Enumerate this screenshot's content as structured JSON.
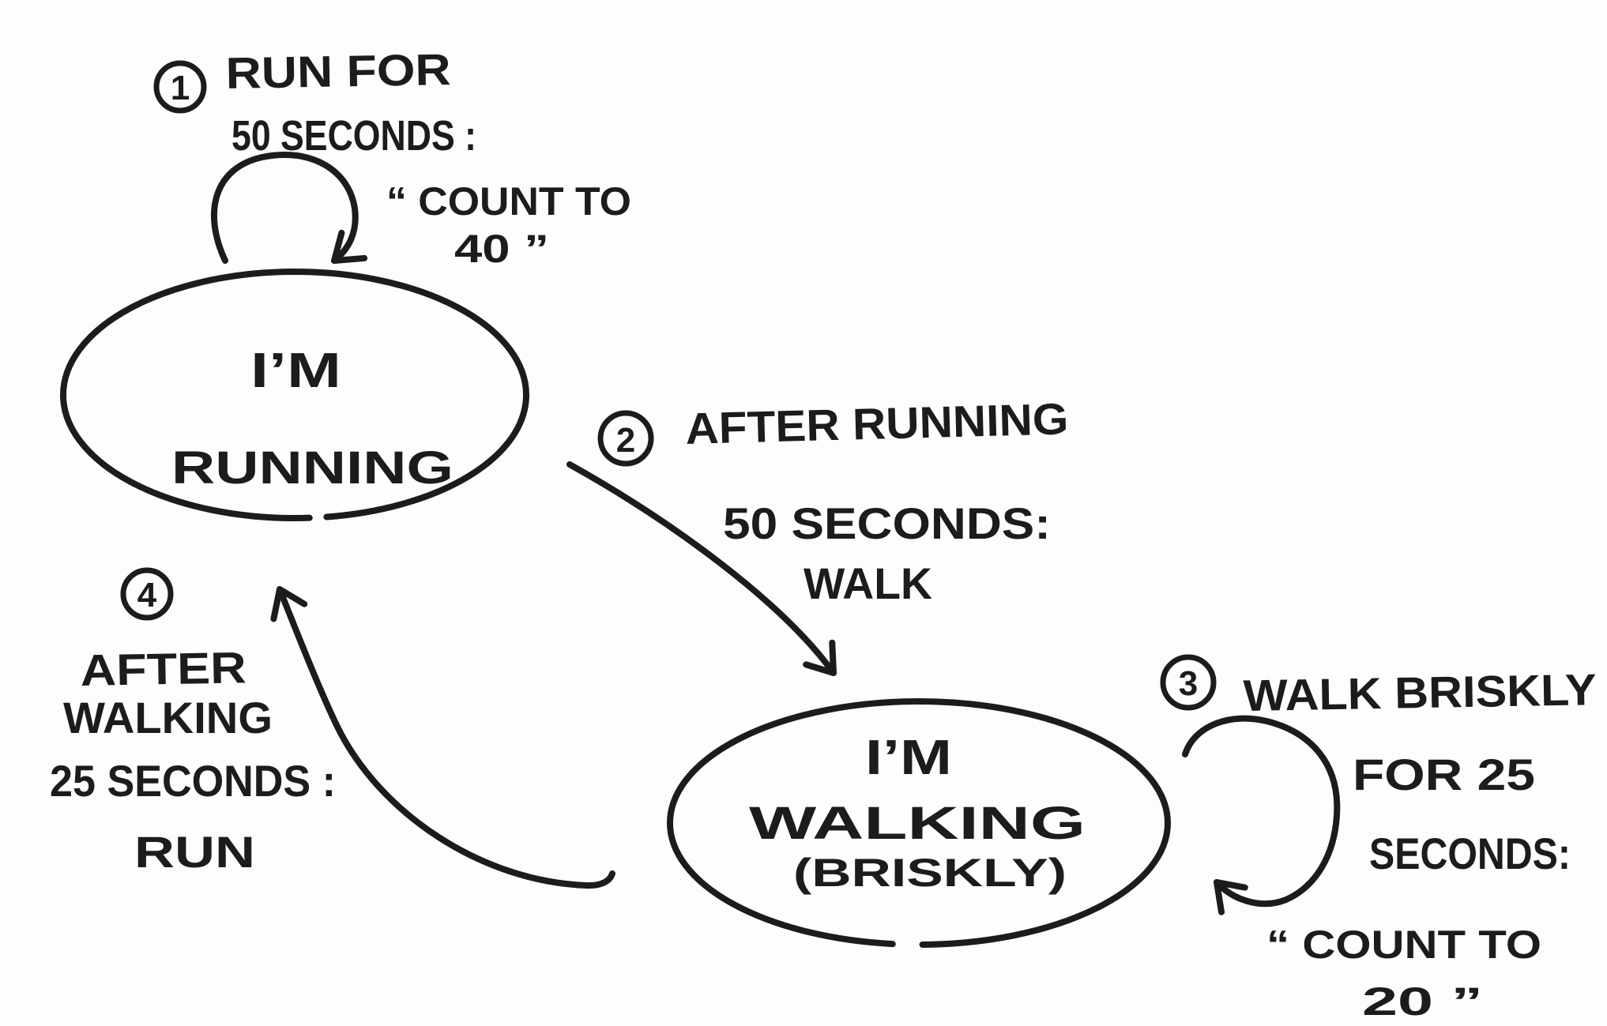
{
  "diagram": {
    "title": "run-walk interval state machine (hand-drawn)",
    "colors": {
      "ink": "#1c1c1c",
      "paper": "#fdfdfc"
    },
    "states": [
      {
        "id": "running",
        "lines": [
          "I’M",
          "RUNNING"
        ]
      },
      {
        "id": "walking",
        "lines": [
          "I’M",
          "WALKING",
          "(BRISKLY)"
        ]
      }
    ],
    "transitions": [
      {
        "number": "1",
        "kind": "self-loop on running",
        "lines": [
          "RUN FOR",
          "50 SECONDS :"
        ],
        "note_lines": [
          "“ COUNT TO",
          "40 ”"
        ]
      },
      {
        "number": "2",
        "kind": "running to walking",
        "lines": [
          "AFTER RUNNING",
          "50 SECONDS:",
          "WALK"
        ]
      },
      {
        "number": "3",
        "kind": "self-loop on walking",
        "lines": [
          "WALK BRISKLY",
          "FOR 25",
          "SECONDS:"
        ],
        "note_lines": [
          "“ COUNT TO",
          "20 ”"
        ]
      },
      {
        "number": "4",
        "kind": "walking to running",
        "lines": [
          "AFTER",
          "WALKING",
          "25 SECONDS :",
          "RUN"
        ]
      }
    ]
  }
}
